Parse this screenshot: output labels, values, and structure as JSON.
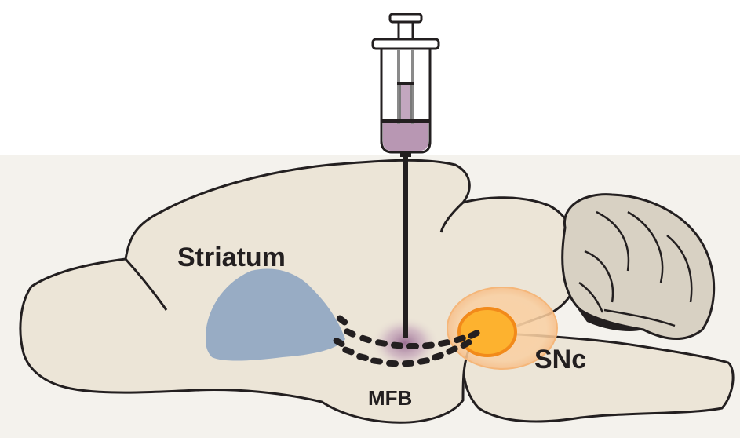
{
  "labels": {
    "striatum": "Striatum",
    "mfb": "MFB",
    "snc": "SNc"
  },
  "colors": {
    "brain_fill": "#ece5d7",
    "outline": "#231f20",
    "striatum_fill": "#93a9c3",
    "snc_outer": "#f7c38f",
    "snc_inner": "#fdb22f",
    "snc_rim": "#f28a1a",
    "injection_glow": "#8c5b87",
    "syringe_liquid": "#b897b3",
    "fiber_dash": "#231f20"
  },
  "icons": {
    "syringe": "syringe-icon",
    "brain": "sagittal-brain-icon"
  }
}
